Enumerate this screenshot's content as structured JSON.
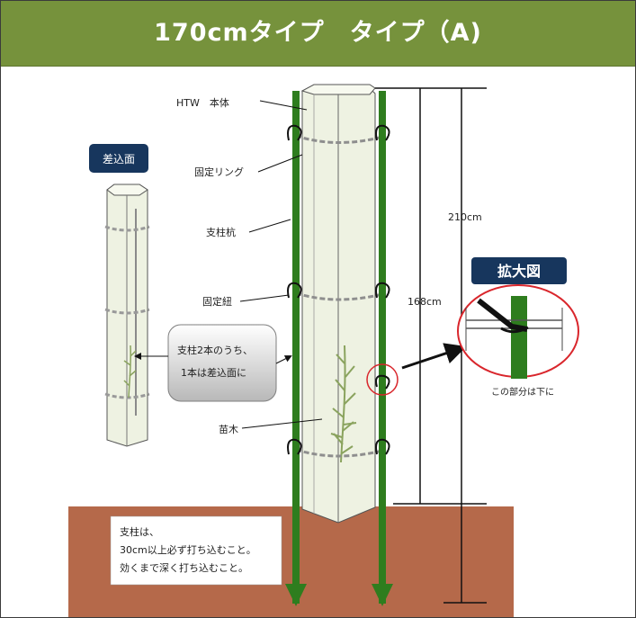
{
  "header": {
    "title": "170cmタイプ　タイプ（A)"
  },
  "labels": {
    "main_body": "HTW　本体",
    "fixing_ring": "固定リング",
    "support_post": "支柱杭",
    "fixing_string": "固定紐",
    "seedling": "苗木",
    "insert_face_badge": "差込面",
    "callout_line1": "支柱2本のうち、",
    "callout_line2": "1本は差込面に",
    "dim_210": "210cm",
    "dim_168": "168cm",
    "zoom_badge": "拡大図",
    "zoom_note": "この部分は下に"
  },
  "ground_note": {
    "line1": "支柱は、",
    "line2": "30cm以上必ず打ち込むこと。",
    "line3": "効くまで深く打ち込むこと。"
  },
  "colors": {
    "header_bg": "#76923c",
    "soil": "#b5694a",
    "post": "#2e7d1e",
    "tube": "#edf1e2",
    "badge": "#17365d",
    "callout": "#d9d9d9",
    "highlight": "#d9262c"
  }
}
